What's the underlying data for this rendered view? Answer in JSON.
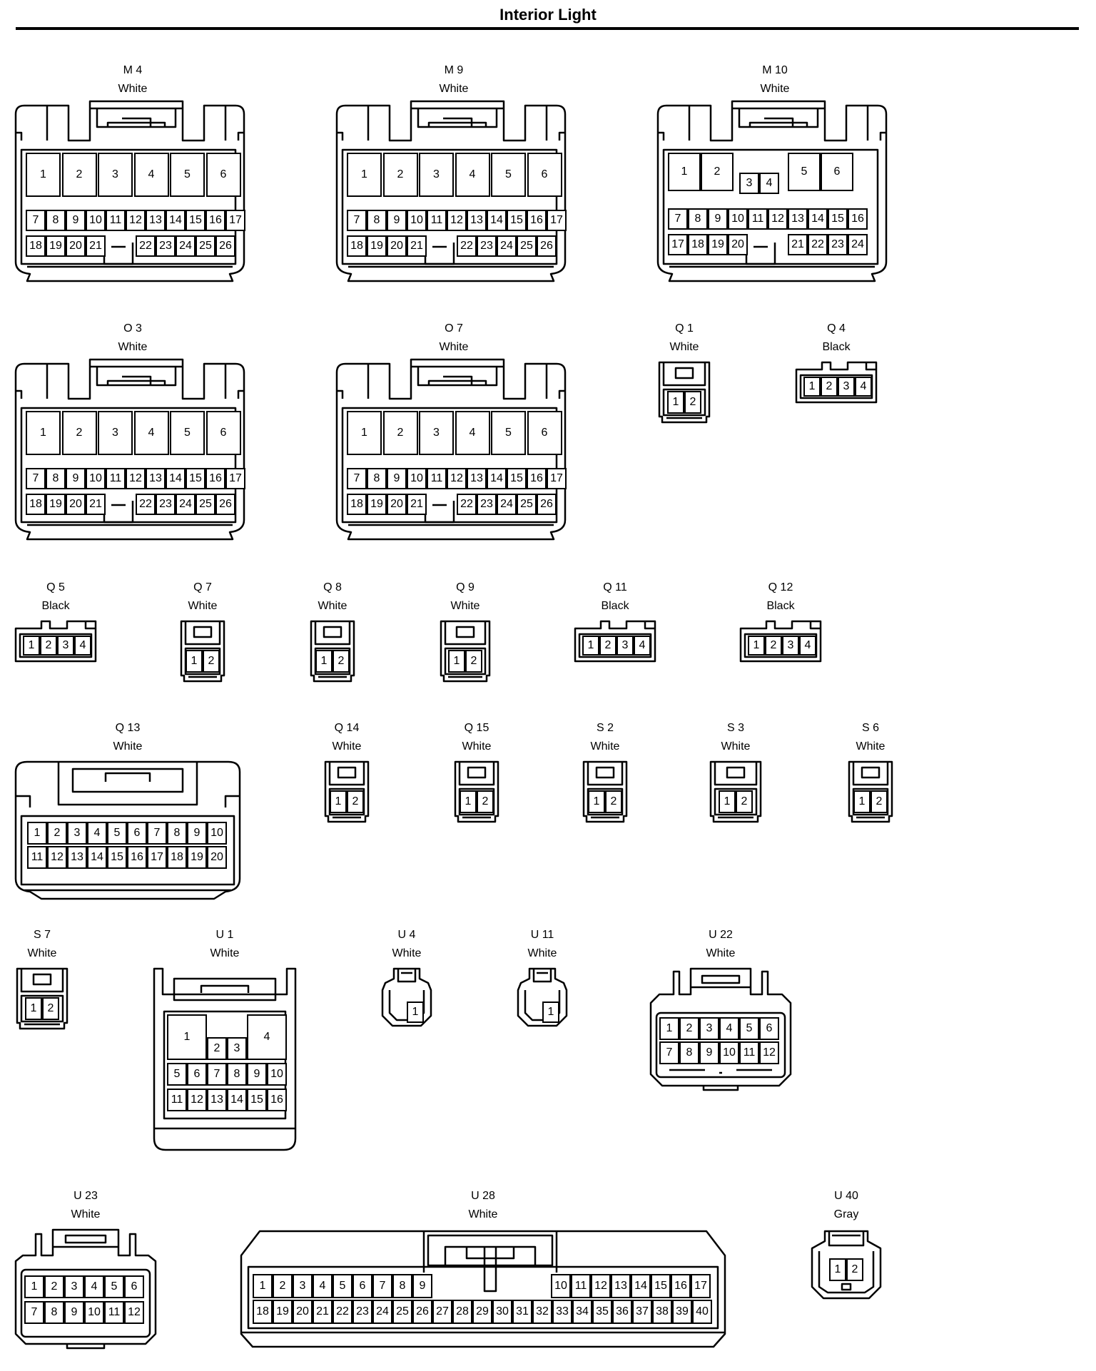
{
  "title": "Interior Light",
  "connectors": {
    "M4": {
      "id": "M 4",
      "color": "White"
    },
    "M9": {
      "id": "M 9",
      "color": "White"
    },
    "M10": {
      "id": "M 10",
      "color": "White"
    },
    "O3": {
      "id": "O 3",
      "color": "White"
    },
    "O7": {
      "id": "O 7",
      "color": "White"
    },
    "Q1": {
      "id": "Q 1",
      "color": "White"
    },
    "Q4": {
      "id": "Q 4",
      "color": "Black"
    },
    "Q5": {
      "id": "Q 5",
      "color": "Black"
    },
    "Q7": {
      "id": "Q 7",
      "color": "White"
    },
    "Q8": {
      "id": "Q 8",
      "color": "White"
    },
    "Q9": {
      "id": "Q 9",
      "color": "White"
    },
    "Q11": {
      "id": "Q 11",
      "color": "Black"
    },
    "Q12": {
      "id": "Q 12",
      "color": "Black"
    },
    "Q13": {
      "id": "Q 13",
      "color": "White"
    },
    "Q14": {
      "id": "Q 14",
      "color": "White"
    },
    "Q15": {
      "id": "Q 15",
      "color": "White"
    },
    "S2": {
      "id": "S 2",
      "color": "White"
    },
    "S3": {
      "id": "S 3",
      "color": "White"
    },
    "S6": {
      "id": "S 6",
      "color": "White"
    },
    "S7": {
      "id": "S 7",
      "color": "White"
    },
    "U1": {
      "id": "U 1",
      "color": "White"
    },
    "U4": {
      "id": "U 4",
      "color": "White"
    },
    "U11": {
      "id": "U 11",
      "color": "White"
    },
    "U22": {
      "id": "U 22",
      "color": "White"
    },
    "U23": {
      "id": "U 23",
      "color": "White"
    },
    "U28": {
      "id": "U 28",
      "color": "White"
    },
    "U40": {
      "id": "U 40",
      "color": "Gray"
    }
  },
  "pin_labels": {
    "p26": [
      "1",
      "2",
      "3",
      "4",
      "5",
      "6",
      "7",
      "8",
      "9",
      "10",
      "11",
      "12",
      "13",
      "14",
      "15",
      "16",
      "17",
      "18",
      "19",
      "20",
      "21",
      "22",
      "23",
      "24",
      "25",
      "26"
    ],
    "p24": [
      "1",
      "2",
      "3",
      "4",
      "5",
      "6",
      "7",
      "8",
      "9",
      "10",
      "11",
      "12",
      "13",
      "14",
      "15",
      "16",
      "17",
      "18",
      "19",
      "20",
      "21",
      "22",
      "23",
      "24"
    ],
    "p20": [
      "1",
      "2",
      "3",
      "4",
      "5",
      "6",
      "7",
      "8",
      "9",
      "10",
      "11",
      "12",
      "13",
      "14",
      "15",
      "16",
      "17",
      "18",
      "19",
      "20"
    ],
    "p16": [
      "1",
      "2",
      "3",
      "4",
      "5",
      "6",
      "7",
      "8",
      "9",
      "10",
      "11",
      "12",
      "13",
      "14",
      "15",
      "16"
    ],
    "p12": [
      "1",
      "2",
      "3",
      "4",
      "5",
      "6",
      "7",
      "8",
      "9",
      "10",
      "11",
      "12"
    ],
    "p40": [
      "1",
      "2",
      "3",
      "4",
      "5",
      "6",
      "7",
      "8",
      "9",
      "10",
      "11",
      "12",
      "13",
      "14",
      "15",
      "16",
      "17",
      "18",
      "19",
      "20",
      "21",
      "22",
      "23",
      "24",
      "25",
      "26",
      "27",
      "28",
      "29",
      "30",
      "31",
      "32",
      "33",
      "34",
      "35",
      "36",
      "37",
      "38",
      "39",
      "40"
    ],
    "p4": [
      "1",
      "2",
      "3",
      "4"
    ],
    "p2": [
      "1",
      "2"
    ],
    "p1": [
      "1"
    ]
  }
}
